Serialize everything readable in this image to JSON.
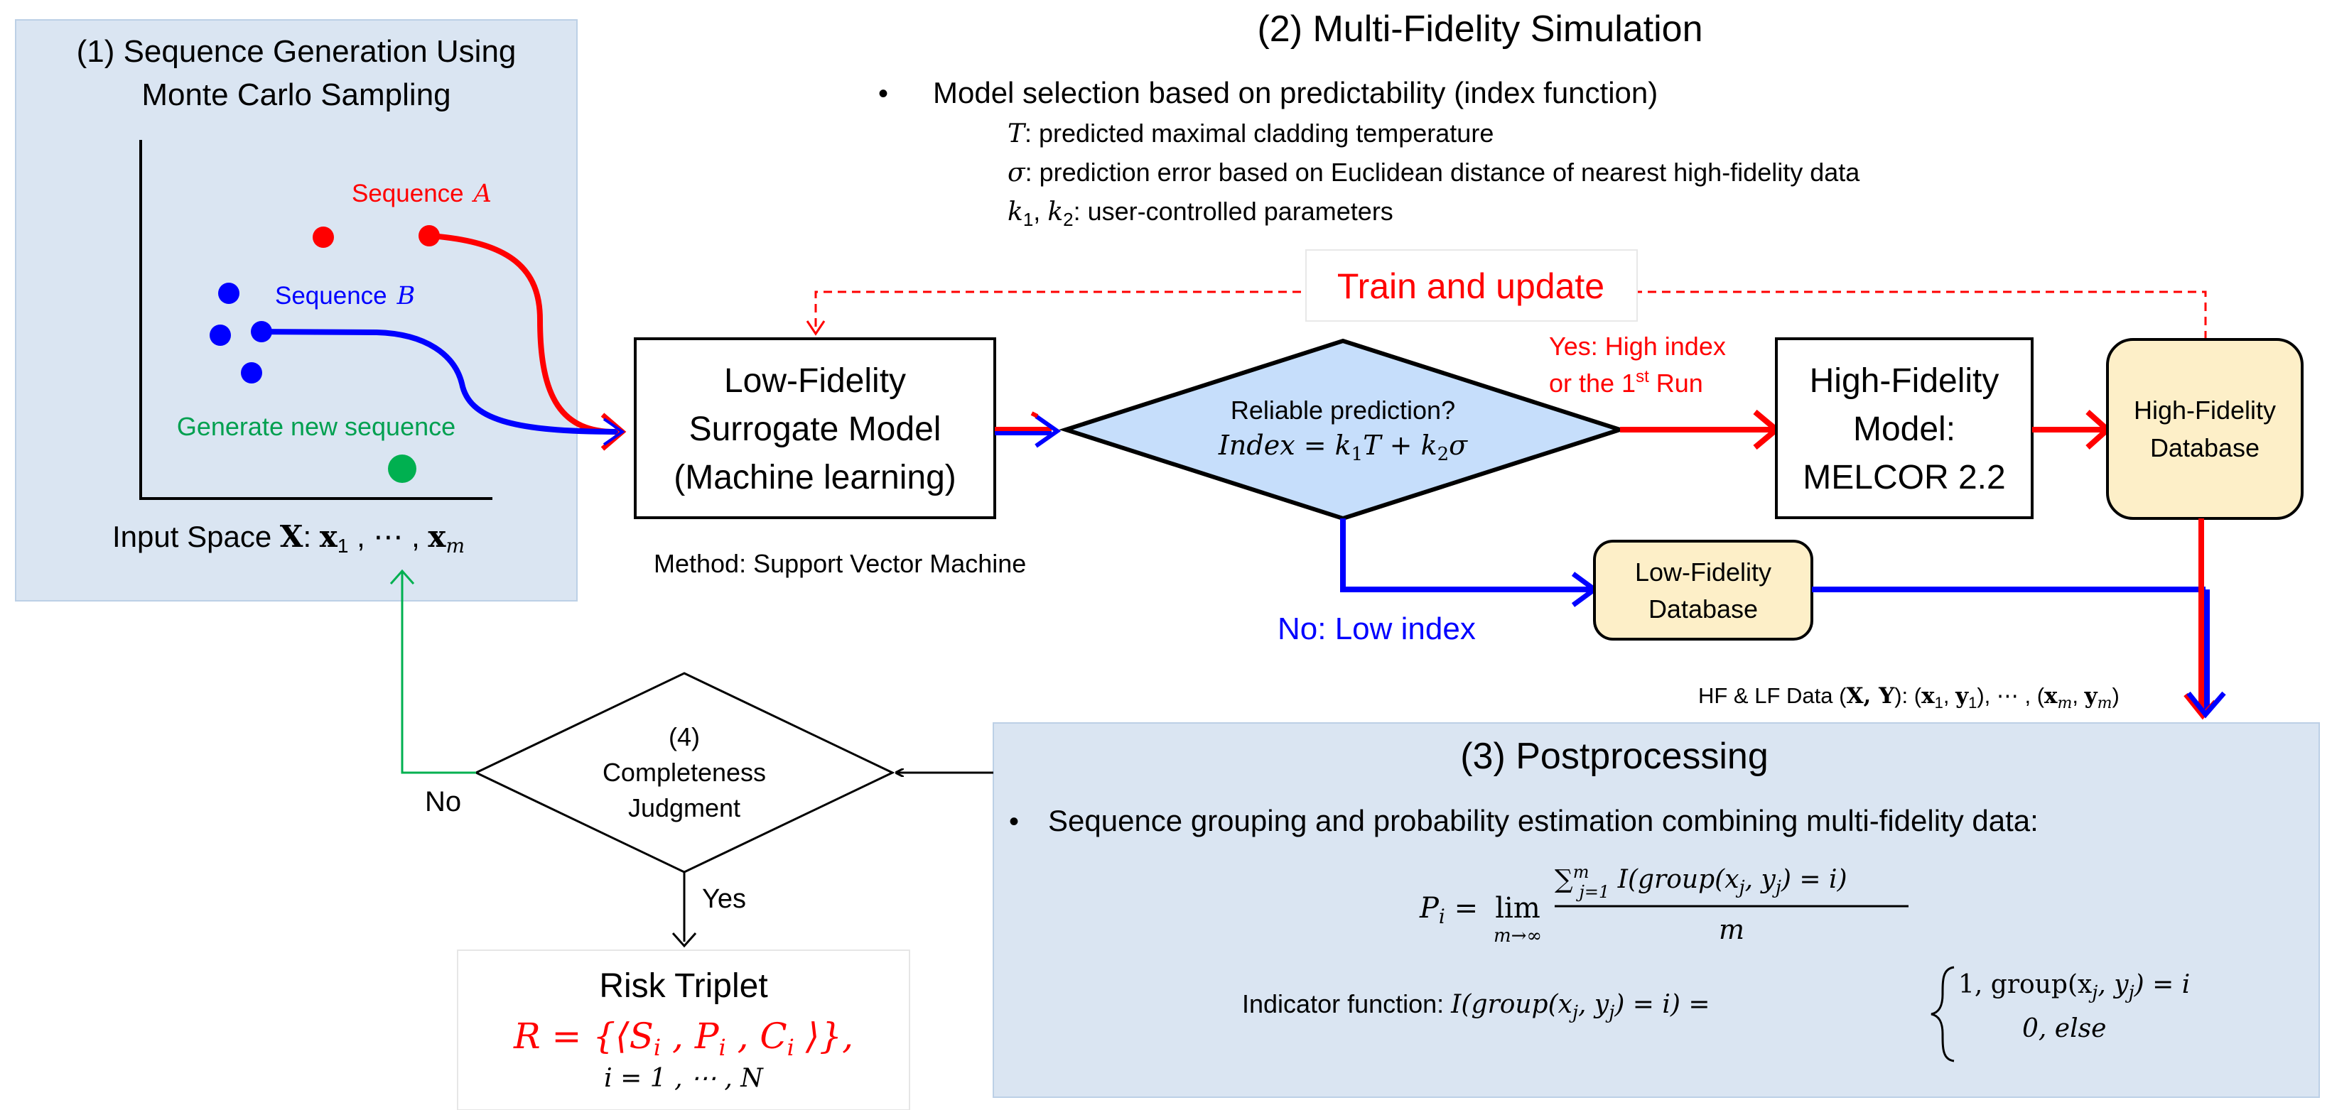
{
  "colors": {
    "panel_fill": "#dae5f2",
    "panel_stroke": "#bcd0e6",
    "database_fill": "#fdefc8",
    "diamond_fill": "#c6defb",
    "red": "#ff0000",
    "blue": "#0000ff",
    "green": "#00b050",
    "dark_green": "#00a000",
    "black": "#000000"
  },
  "panel1": {
    "title_line1": "(1) Sequence Generation Using",
    "title_line2": "Monte Carlo Sampling",
    "sequence_a_label": "Sequence",
    "sequence_a_var": "A",
    "sequence_b_label": "Sequence",
    "sequence_b_var": "B",
    "generate_label": "Generate new sequence",
    "input_space_prefix": "Input Space ",
    "input_space_X": "X",
    "input_space_colon": ": ",
    "input_space_x1": "x",
    "input_space_x1_sub": "1",
    "input_space_mid": " , ⋯ , ",
    "input_space_xm": "x",
    "input_space_xm_sub": "m"
  },
  "panel2": {
    "title": "(2) Multi-Fidelity Simulation",
    "bullet": "•",
    "bullet_text": "Model selection based on predictability (index function)",
    "T_symbol": "T",
    "T_desc": ": predicted maximal cladding temperature",
    "sigma_symbol": "σ",
    "sigma_desc": ": prediction error based on Euclidean distance of nearest high-fidelity data",
    "k_k1": "k",
    "k_k1_sub": "1",
    "k_sep": ", ",
    "k_k2": "k",
    "k_k2_sub": "2",
    "k_desc": ": user-controlled parameters",
    "train_update": "Train and update",
    "lf_model_line1": "Low-Fidelity",
    "lf_model_line2": "Surrogate Model",
    "lf_model_line3": "(Machine learning)",
    "method": "Method: Support Vector Machine",
    "diamond_line1": "Reliable prediction?",
    "diamond_eq_index": "Index",
    "diamond_eq_equals": " = ",
    "diamond_eq_k1": "k",
    "diamond_eq_k1_sub": "1",
    "diamond_eq_T": "T",
    "diamond_eq_plus": " + ",
    "diamond_eq_k2": "k",
    "diamond_eq_k2_sub": "2",
    "diamond_eq_sigma": "σ",
    "yes_line1": "Yes: High index",
    "yes_line2_pre": "or the 1",
    "yes_line2_sup": "st",
    "yes_line2_post": " Run",
    "no_label": "No: Low index",
    "hf_model_line1": "High-Fidelity",
    "hf_model_line2": "Model:",
    "hf_model_line3": "MELCOR 2.2",
    "hf_db_line1": "High-Fidelity",
    "hf_db_line2": "Database",
    "lf_db_line1": "Low-Fidelity",
    "lf_db_line2": "Database",
    "hf_lf_data_prefix": "HF & LF Data (",
    "hf_lf_data_XY": "X, Y",
    "hf_lf_data_mid": "): (",
    "hf_lf_x1": "x",
    "hf_lf_x1_sub": "1",
    "hf_lf_comma": ", ",
    "hf_lf_y1": "y",
    "hf_lf_y1_sub": "1",
    "hf_lf_dots": "), ⋯ , (",
    "hf_lf_xm": "x",
    "hf_lf_xm_sub": "m",
    "hf_lf_ym": "y",
    "hf_lf_ym_sub": "m",
    "hf_lf_close": ")"
  },
  "panel3": {
    "title": "(3) Postprocessing",
    "bullet": "•",
    "bullet_text": "Sequence grouping and probability estimation combining multi-fidelity data:",
    "P_symbol": "P",
    "P_sub": "i",
    "P_equals": " = ",
    "lim": "lim",
    "lim_sub": "m→∞",
    "numerator": "∑",
    "numerator_sup": "m",
    "numerator_sub": "j=1",
    "numerator_body": " I(group(x",
    "numerator_body_sub1": "j",
    "numerator_body_mid": ", y",
    "numerator_body_sub2": "j",
    "numerator_body_end": ") = i)",
    "denominator": "m",
    "indicator_label": "Indicator function: ",
    "indicator_lhs": "I(group(x",
    "indicator_lhs_sub1": "j",
    "indicator_lhs_mid": ", y",
    "indicator_lhs_sub2": "j",
    "indicator_lhs_end": ") = i) = ",
    "case1": "1, group(x",
    "case1_sub1": "j",
    "case1_mid": ", y",
    "case1_sub2": "j",
    "case1_end": ") = i",
    "case2": "0, else"
  },
  "panel4": {
    "number": "(4)",
    "line1": "Completeness",
    "line2": "Judgment",
    "no_label": "No",
    "yes_label": "Yes"
  },
  "risk": {
    "title": "Risk Triplet",
    "formula": "R = {⟨S",
    "formula_s_sub": "i",
    "formula_p": " , P",
    "formula_p_sub": "i",
    "formula_c": " , C",
    "formula_c_sub": "i",
    "formula_end": " ⟩},",
    "index_line": "i = 1 , ⋯ , N"
  }
}
